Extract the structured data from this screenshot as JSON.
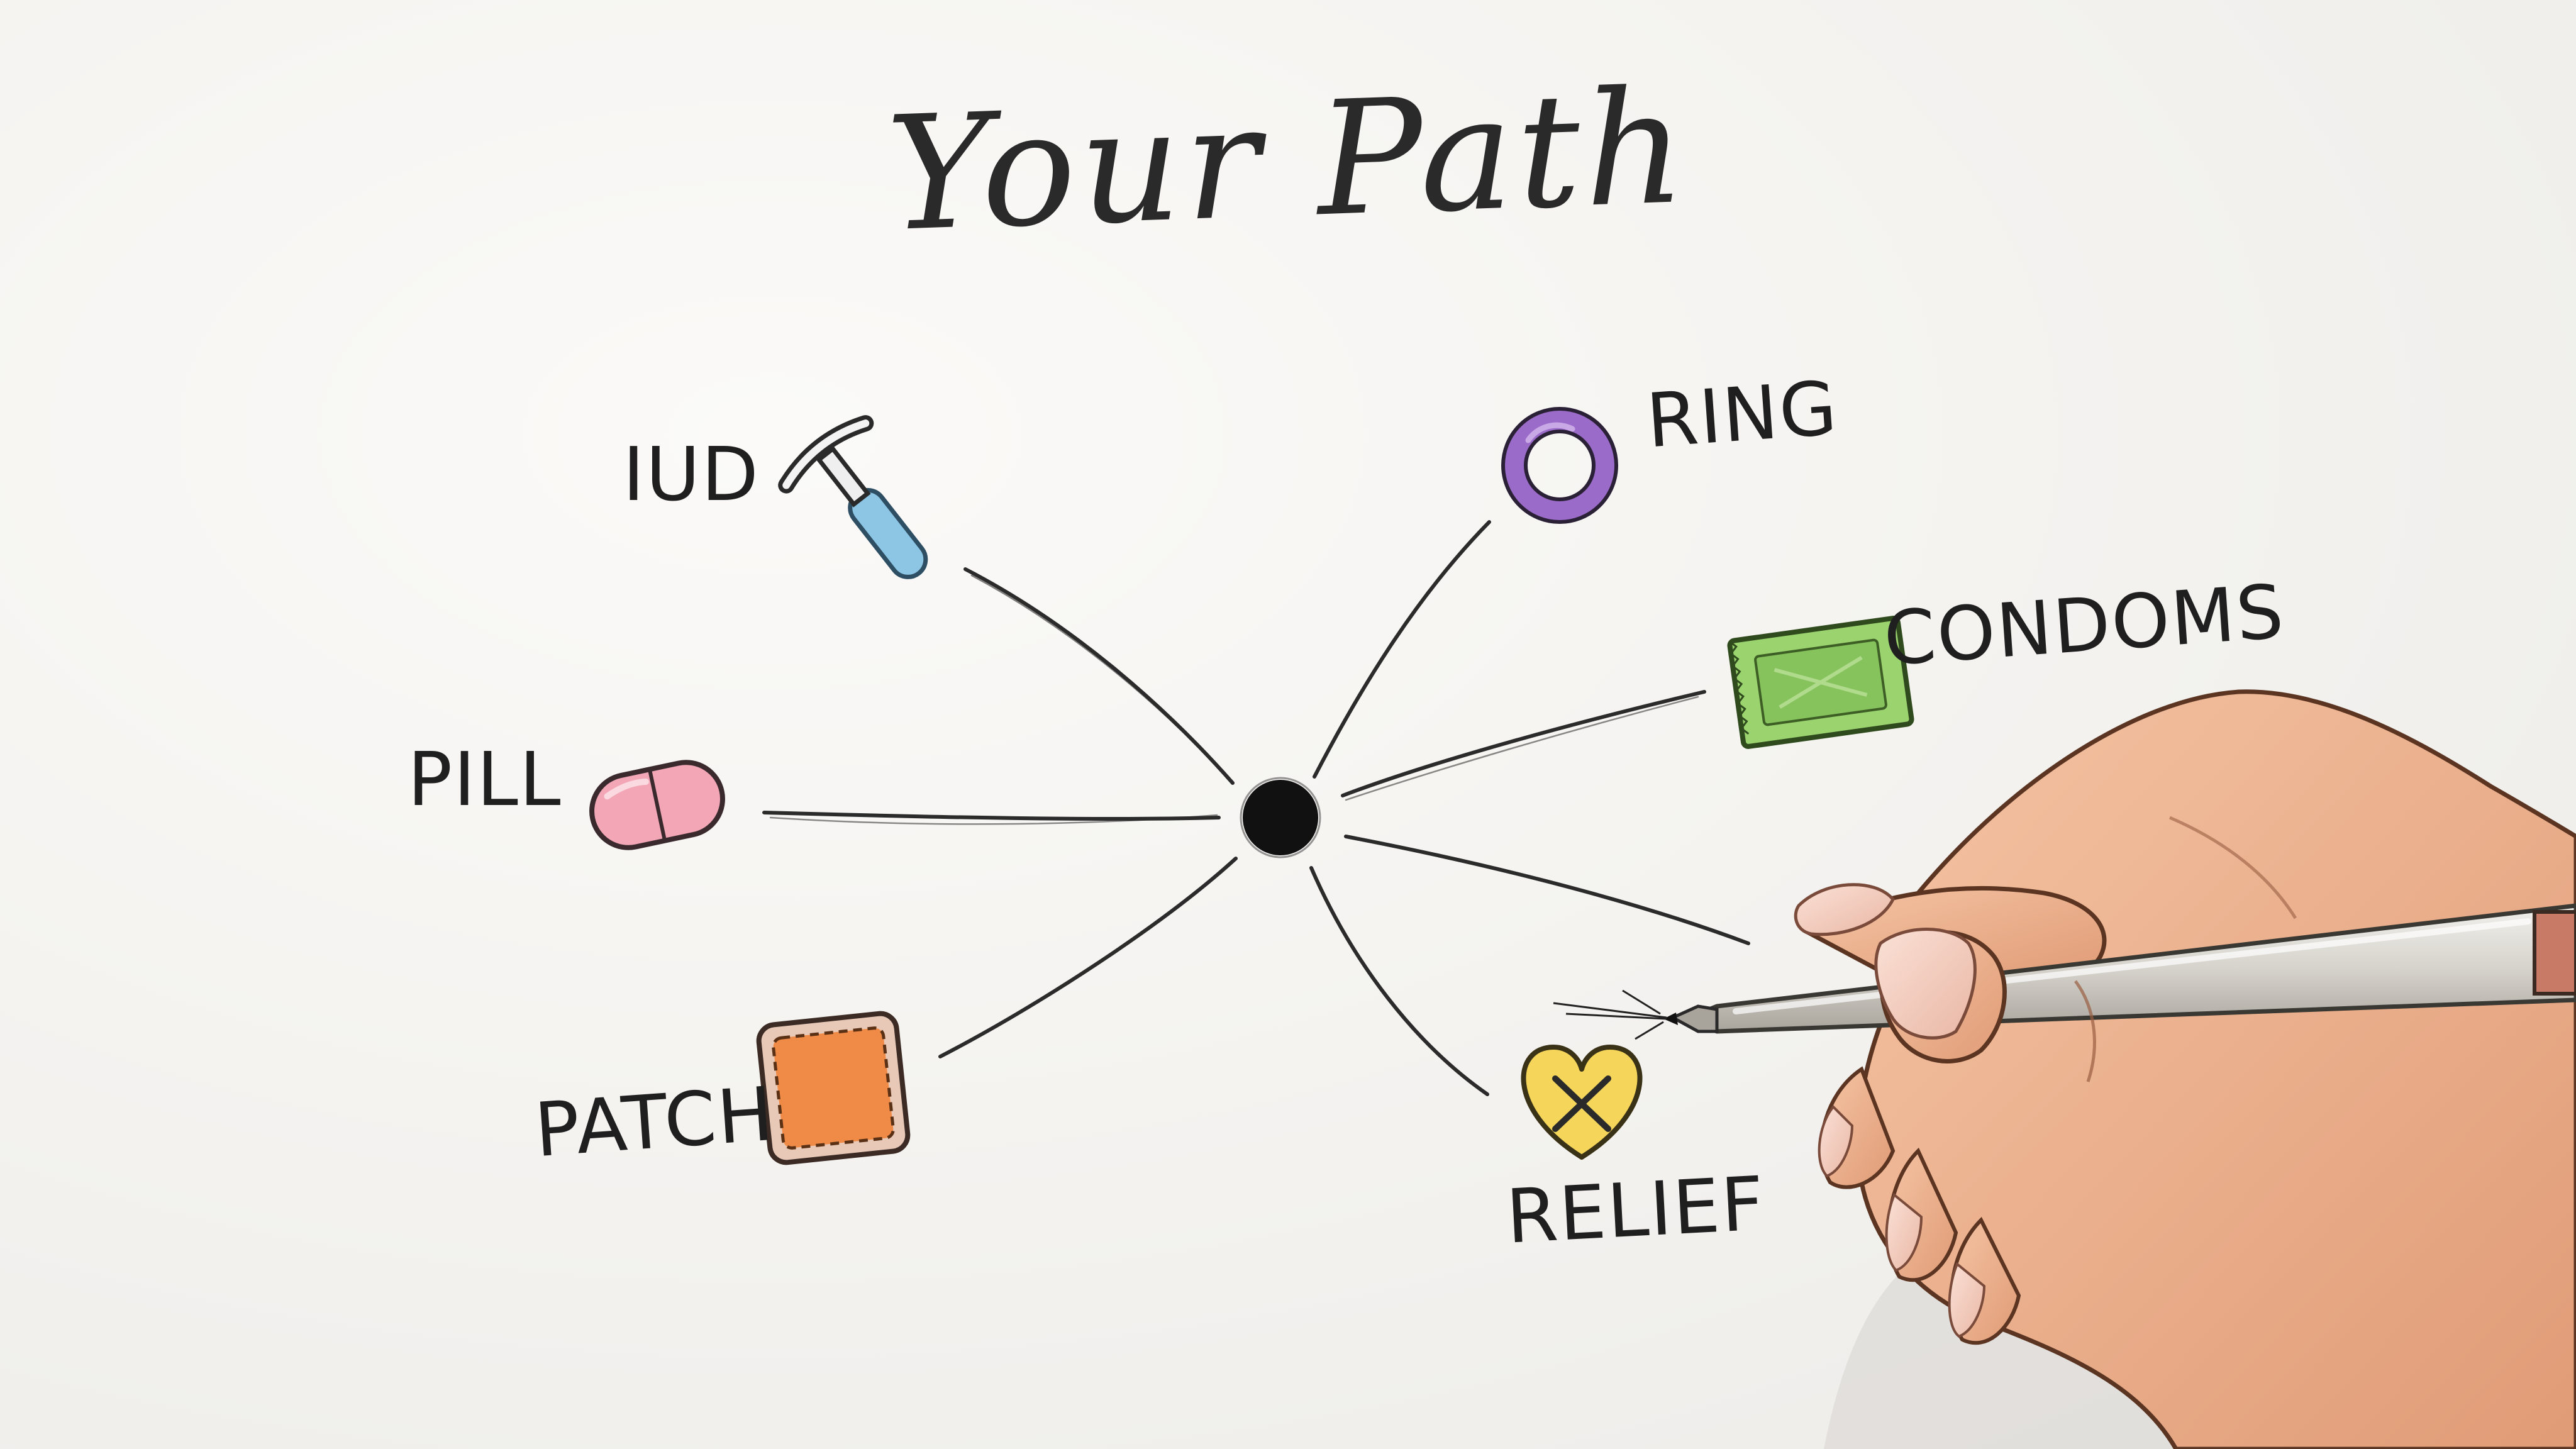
{
  "title": "Your Path",
  "diagram": {
    "hub": "center-node",
    "branches": [
      {
        "id": "iud",
        "label": "IUD",
        "icon": "iud-icon",
        "color": "#8cc6e4"
      },
      {
        "id": "pill",
        "label": "PILL",
        "icon": "pill-icon",
        "color": "#f2a6b6"
      },
      {
        "id": "patch",
        "label": "PATCH",
        "icon": "patch-icon",
        "color": "#ef8a47"
      },
      {
        "id": "ring",
        "label": "RING",
        "icon": "ring-icon",
        "color": "#9b6bc9"
      },
      {
        "id": "condoms",
        "label": "CONDOMS",
        "icon": "condom-icon",
        "color": "#86c35c"
      },
      {
        "id": "relief",
        "label": "RELIEF",
        "icon": "heart-x-icon",
        "color": "#f5d65a"
      }
    ]
  },
  "illustration": {
    "icon": "hand-holding-pen-icon",
    "skin_color": "#f0b593",
    "pen_color": "#d9d6cf"
  }
}
